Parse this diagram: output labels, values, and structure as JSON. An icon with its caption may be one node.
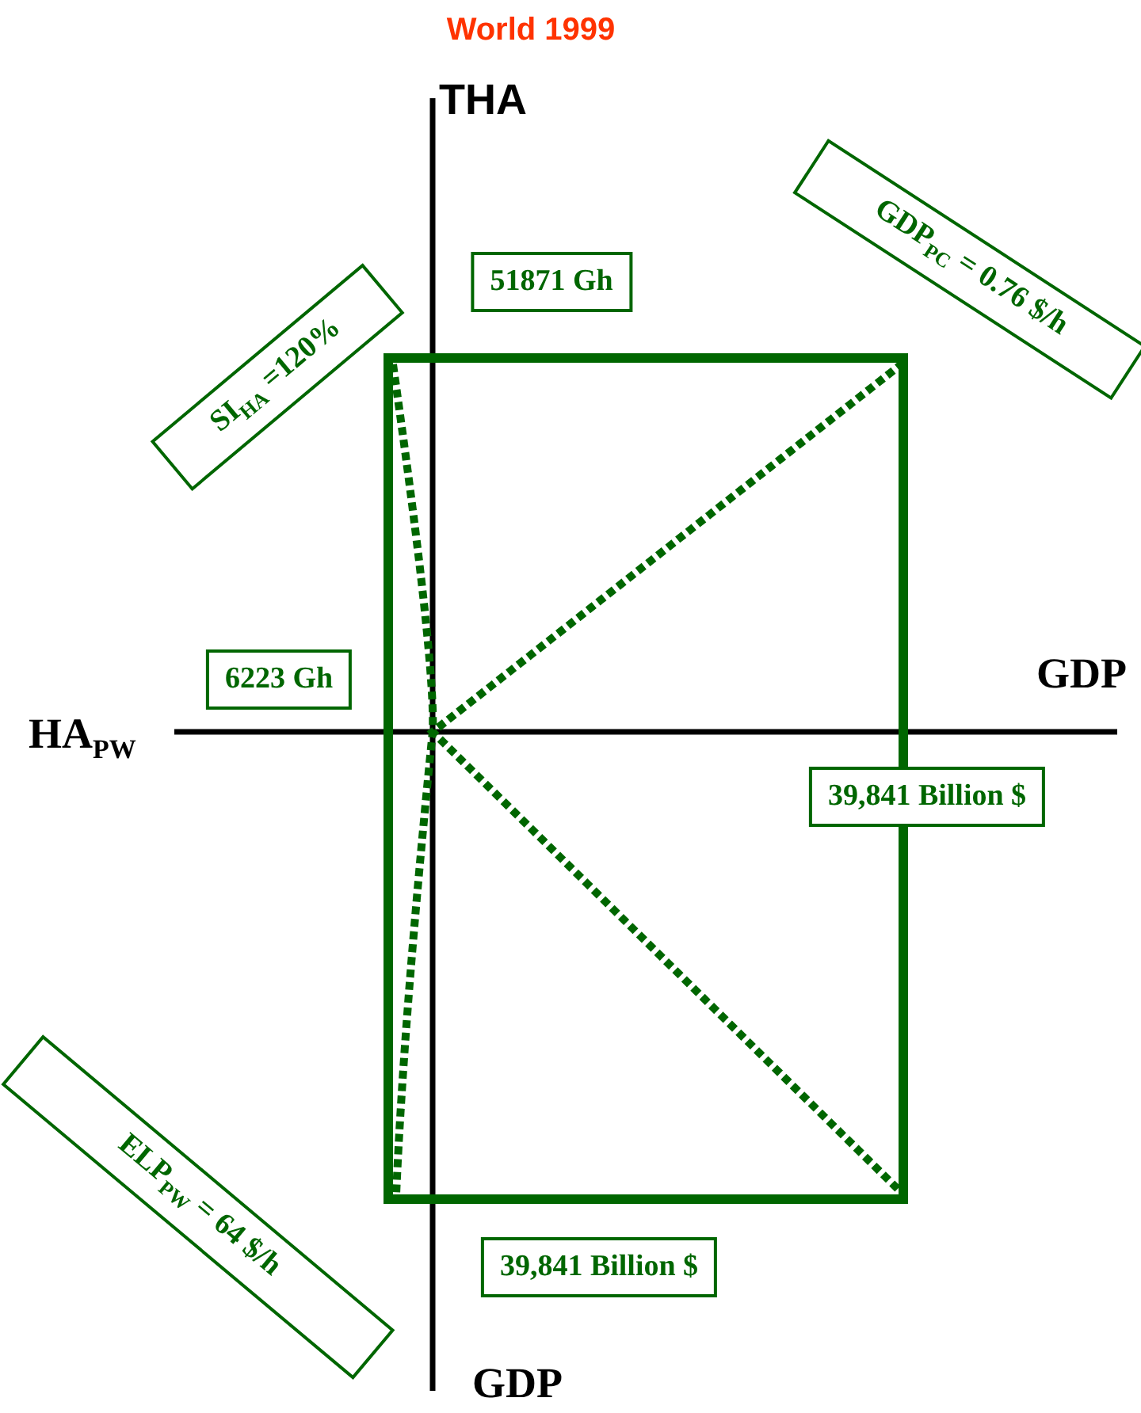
{
  "diagram": {
    "title": "World 1999",
    "nodes": [
      {
        "text": [
          "GDP$_{PC}$ = 0.76 $/h"
        ]
      },
      {
        "text": [
          "51871  Gh"
        ]
      },
      {
        "text": [
          "SI$_{HA}$ =120%"
        ]
      },
      {
        "text": [
          "6223 Gh"
        ]
      },
      {
        "text": [
          "39,841 Billion $"
        ]
      },
      {
        "text": [
          "ELP$_{PW}$ = 64 $/h"
        ]
      },
      {
        "text": [
          "39,841 Billion $"
        ]
      }
    ],
    "labels": [
      "THA",
      "GDP",
      "HA$_{PW}$",
      "GDP"
    ]
  }
}
